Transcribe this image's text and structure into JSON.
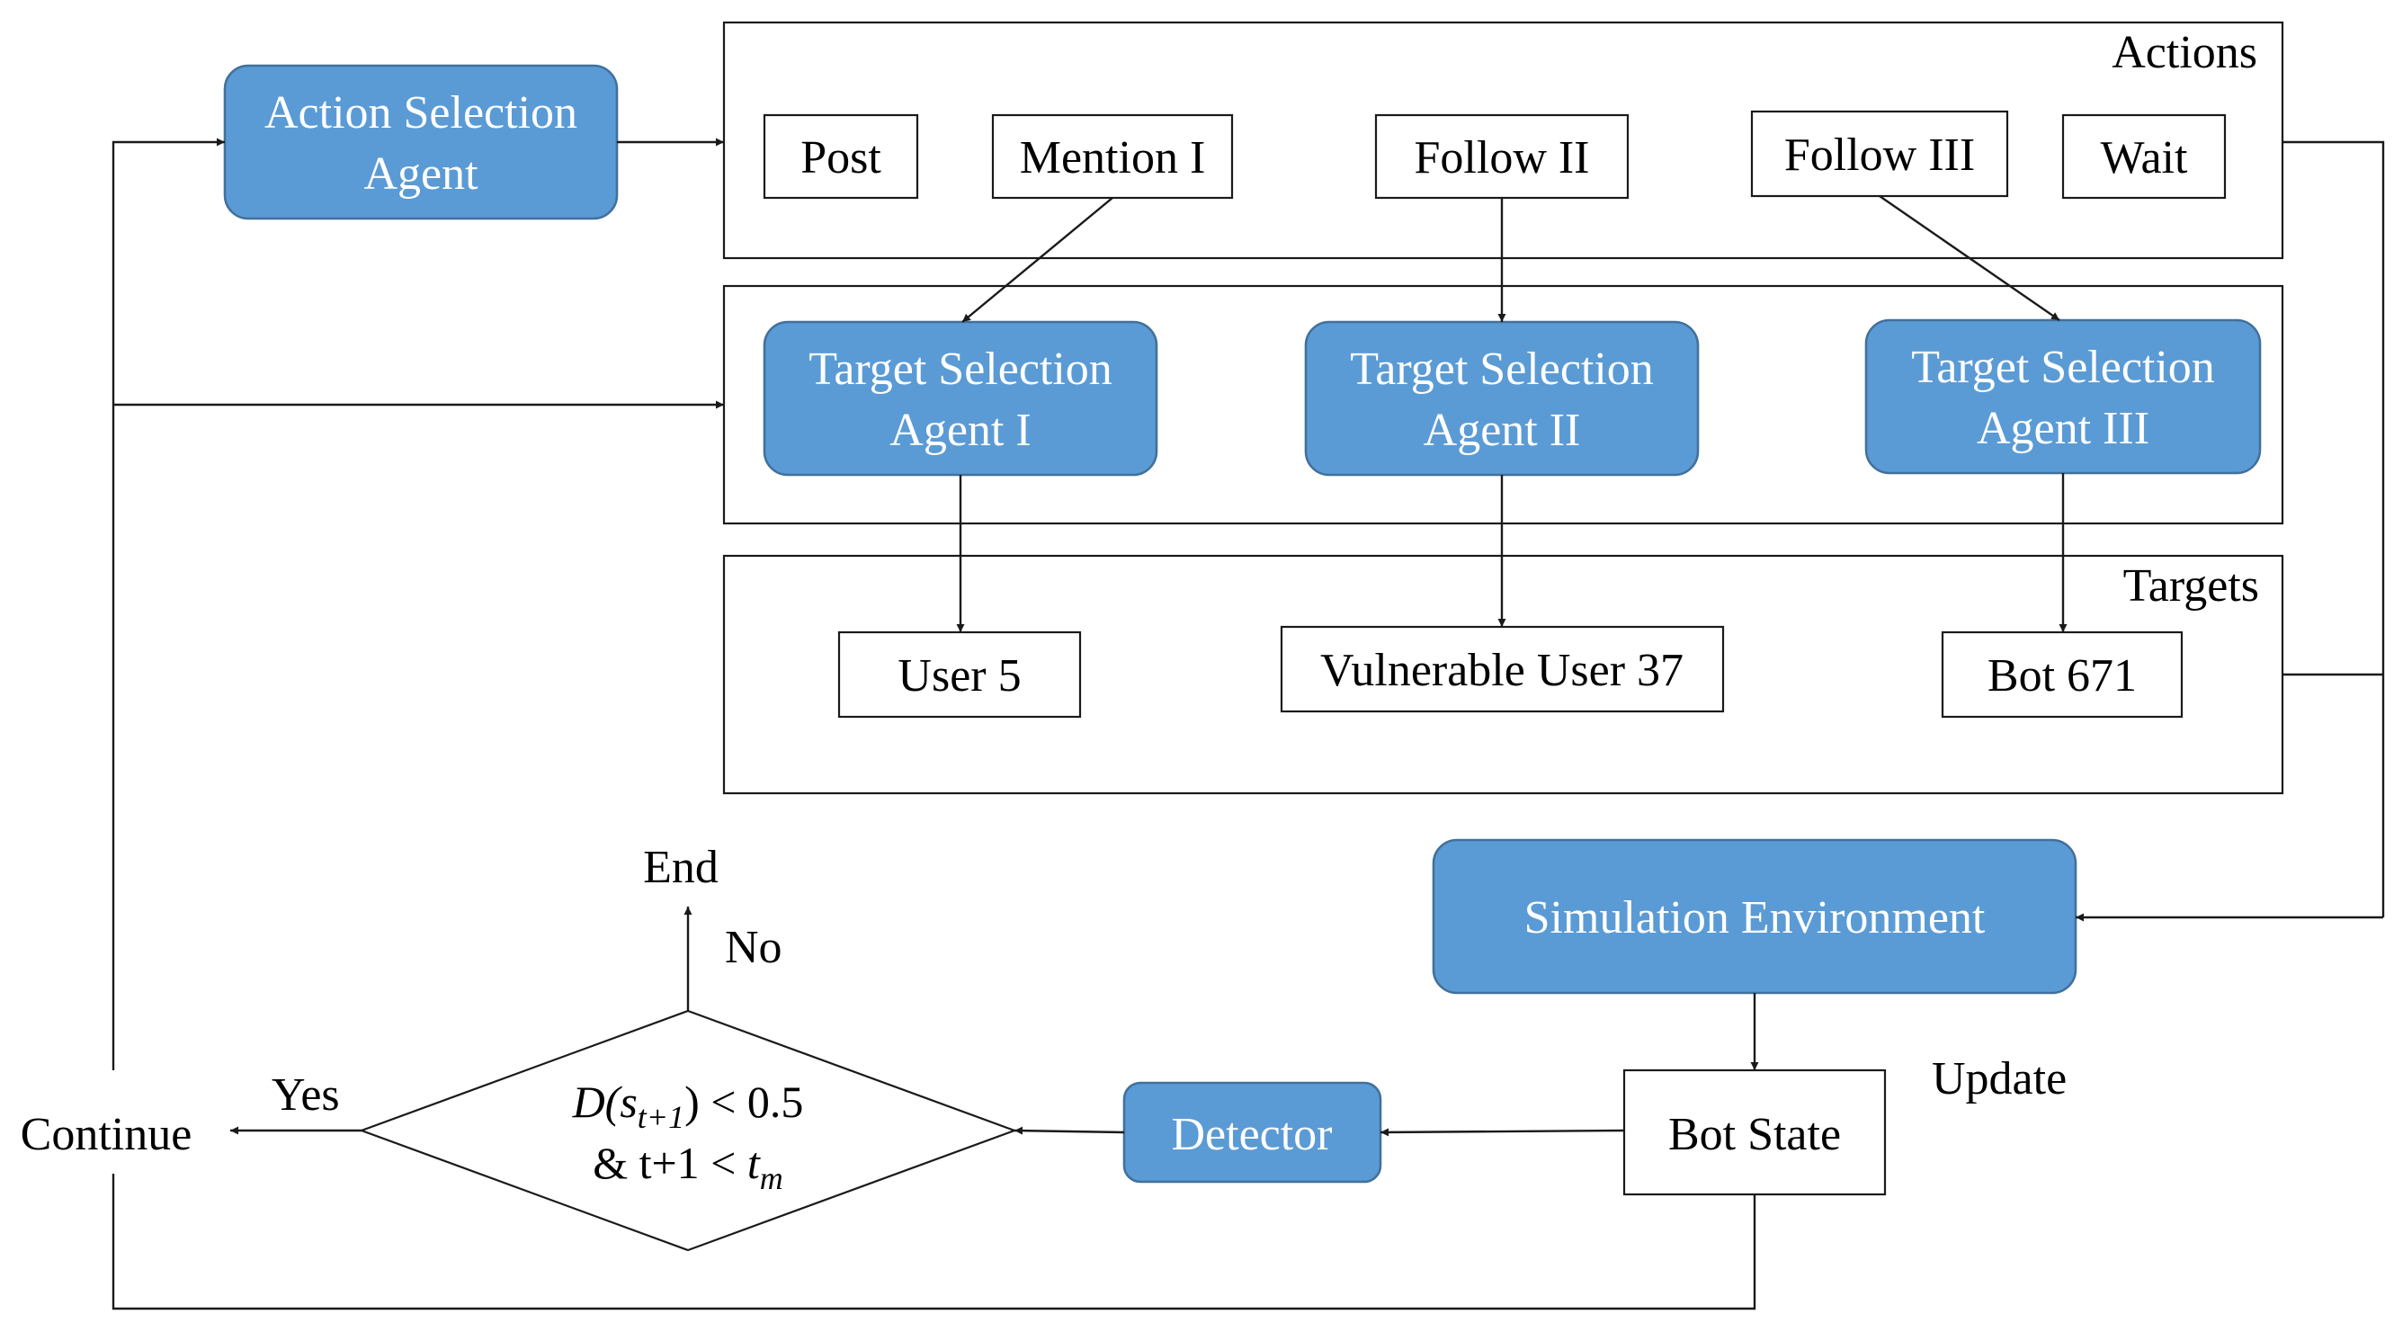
{
  "colors": {
    "agent_fill": "#5b9bd5",
    "agent_border": "#41719c",
    "end_label": "#ff0000",
    "continue_label": "#00b050"
  },
  "action_selection_agent": {
    "line1": "Action Selection",
    "line2": "Agent"
  },
  "actions_panel": {
    "title": "Actions",
    "items": [
      "Post",
      "Mention I",
      "Follow II",
      "Follow III",
      "Wait"
    ]
  },
  "target_selection_agents": [
    {
      "line1": "Target Selection",
      "line2": "Agent I"
    },
    {
      "line1": "Target Selection",
      "line2": "Agent II"
    },
    {
      "line1": "Target Selection",
      "line2": "Agent III"
    }
  ],
  "targets_panel": {
    "title": "Targets",
    "items": [
      "User 5",
      "Vulnerable User 37",
      "Bot 671"
    ]
  },
  "simulation_environment": "Simulation Environment",
  "update_label": "Update",
  "bot_state": "Bot State",
  "detector": "Detector",
  "decision": {
    "line1_prefix": "D(s",
    "line1_subscript": "t+1",
    "line1_suffix": ") < 0.5",
    "line2_prefix": "& t+1 < ",
    "line2_var": "t",
    "line2_subscript": "m"
  },
  "yes_label": "Yes",
  "no_label": "No",
  "end_label": "End",
  "continue_label": "Continue"
}
